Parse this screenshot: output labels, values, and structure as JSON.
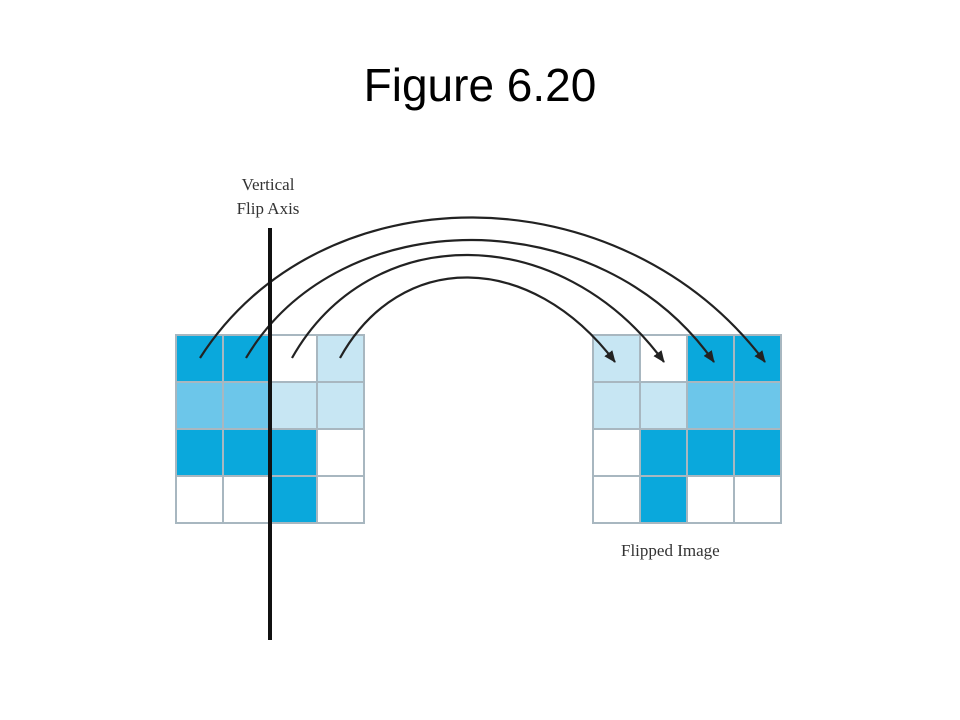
{
  "slide": {
    "title": "Figure 6.20"
  },
  "diagram": {
    "axis_label_line1": "Vertical",
    "axis_label_line2": "Flip Axis",
    "output_label": "Flipped Image",
    "colors": {
      "dark": "#0aa8dc",
      "medium": "#6cc6ea",
      "light": "#c7e6f3",
      "white": "#ffffff",
      "grid_line": "#a8b7c0",
      "axis": "#111111",
      "arrow": "#222222"
    },
    "original_grid": [
      [
        "dark",
        "dark",
        "white",
        "light"
      ],
      [
        "medium",
        "medium",
        "light",
        "light"
      ],
      [
        "dark",
        "dark",
        "dark",
        "white"
      ],
      [
        "white",
        "white",
        "dark",
        "white"
      ]
    ],
    "flipped_grid": [
      [
        "light",
        "white",
        "dark",
        "dark"
      ],
      [
        "light",
        "light",
        "medium",
        "medium"
      ],
      [
        "white",
        "dark",
        "dark",
        "dark"
      ],
      [
        "white",
        "dark",
        "white",
        "white"
      ]
    ],
    "arrow_count": 4
  }
}
